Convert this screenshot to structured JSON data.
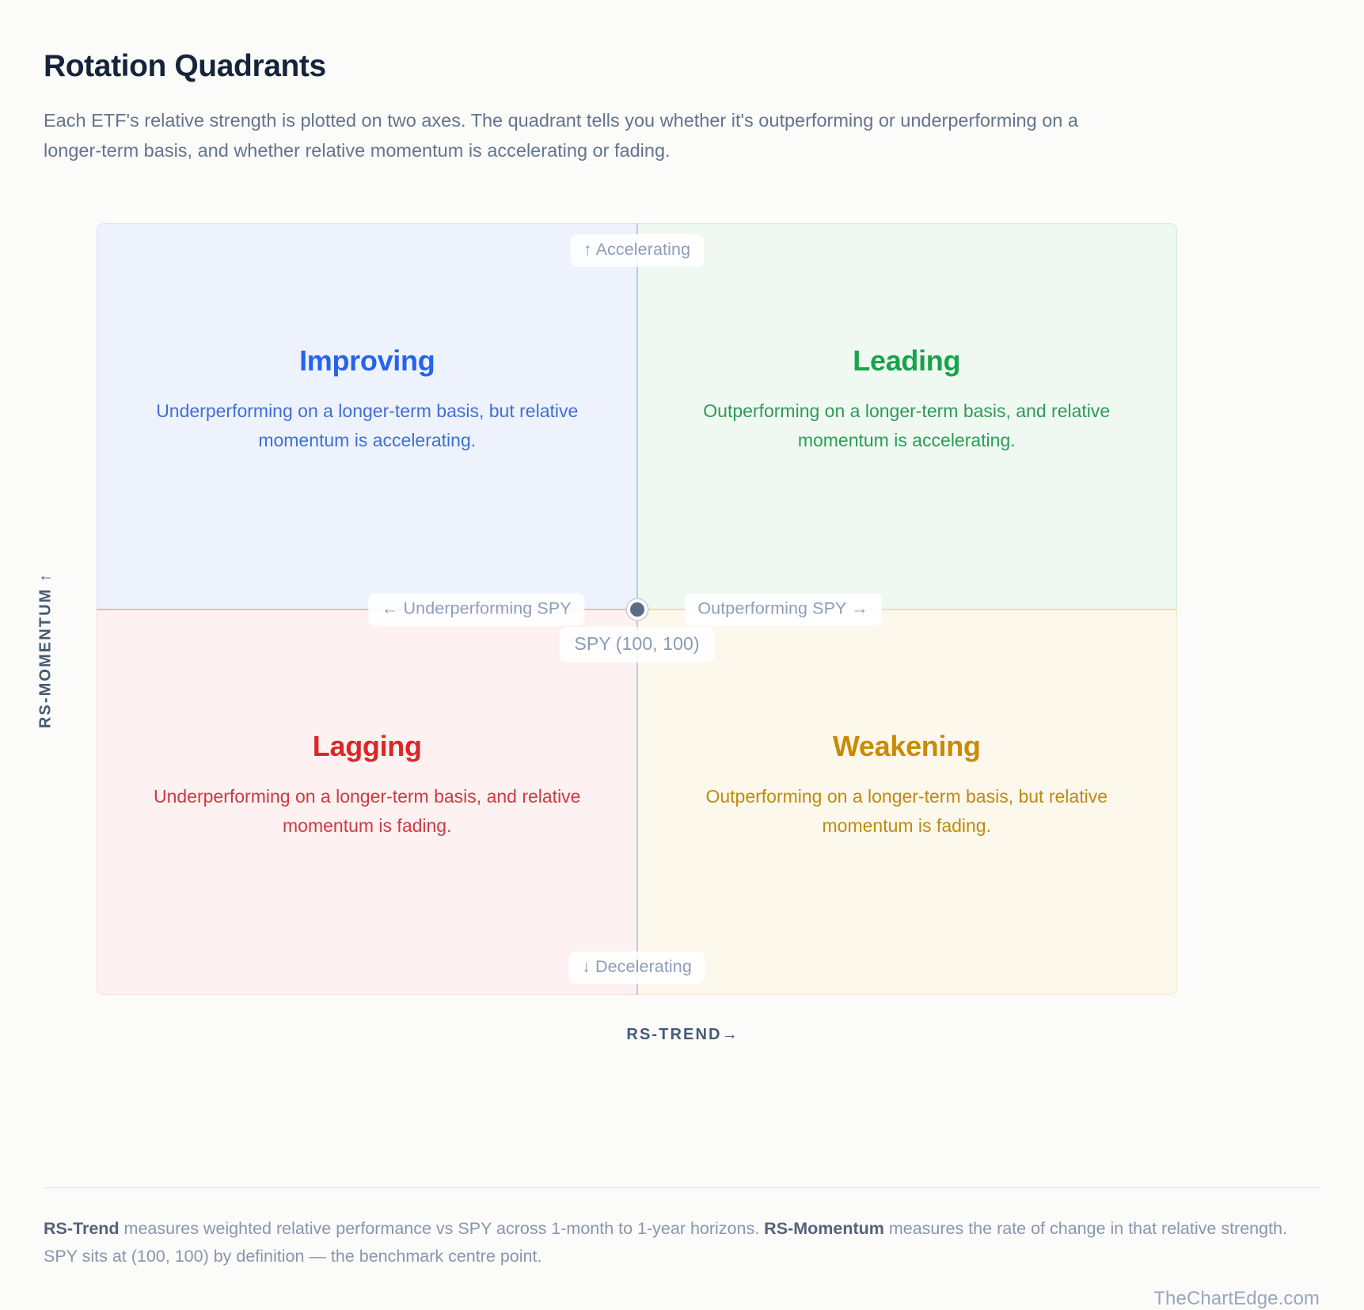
{
  "header": {
    "title": "Rotation Quadrants",
    "subtitle": "Each ETF's relative strength is plotted on two axes. The quadrant tells you whether it's outperforming or underperforming on a longer-term basis, and whether relative momentum is accelerating or fading."
  },
  "axes": {
    "y_title": "RS-MOMENTUM ↑",
    "x_title_text": "RS-TREND",
    "x_title_arrow": "→",
    "top_hint": "↑ Accelerating",
    "bottom_hint": "↓ Decelerating",
    "left_hint": "← Underperforming SPY",
    "right_hint": "Outperforming SPY →"
  },
  "centre": {
    "label": "SPY (100, 100)",
    "marker_name": "spy-centre-dot"
  },
  "quadrants": {
    "improving": {
      "title": "Improving",
      "desc": "Underperforming on a longer-term basis, but relative momentum is accelerating.",
      "color": "#2563eb",
      "fill": "#eef2fd"
    },
    "leading": {
      "title": "Leading",
      "desc": "Outperforming on a longer-term basis, and relative momentum is accelerating.",
      "color": "#17a34a",
      "fill": "#f0f8f2"
    },
    "lagging": {
      "title": "Lagging",
      "desc": "Underperforming on a longer-term basis, and relative momentum is fading.",
      "color": "#dc2626",
      "fill": "#fdf1f2"
    },
    "weakening": {
      "title": "Weakening",
      "desc": "Outperforming on a longer-term basis, but relative momentum is fading.",
      "color": "#ca8a04",
      "fill": "#fcf8ec"
    }
  },
  "footer": {
    "term1": "RS-Trend",
    "part1": " measures weighted relative performance vs SPY across 1-month to 1-year horizons. ",
    "term2": "RS-Momentum",
    "part2": " measures the rate of change in that relative strength. SPY sits at (100, 100) by definition — the benchmark centre point.",
    "brand": "TheChartEdge.com"
  },
  "chart_data": {
    "type": "scatter",
    "title": "Rotation Quadrants",
    "xlabel": "RS-TREND →",
    "ylabel": "RS-MOMENTUM ↑",
    "grid": false,
    "legend": "none",
    "xlim": [
      0,
      200
    ],
    "ylim": [
      0,
      200
    ],
    "origin": [
      100,
      100
    ],
    "points": [
      {
        "label": "SPY (100, 100)",
        "x": 100,
        "y": 100,
        "color": "#5d6b85",
        "role": "benchmark-centre"
      }
    ],
    "quadrant_regions": [
      {
        "name": "Improving",
        "x_range": [
          0,
          100
        ],
        "y_range": [
          100,
          200
        ],
        "fill": "#eef2fd",
        "label_color": "#2563eb"
      },
      {
        "name": "Leading",
        "x_range": [
          100,
          200
        ],
        "y_range": [
          100,
          200
        ],
        "fill": "#f0f8f2",
        "label_color": "#17a34a"
      },
      {
        "name": "Lagging",
        "x_range": [
          0,
          100
        ],
        "y_range": [
          0,
          100
        ],
        "fill": "#fdf1f2",
        "label_color": "#dc2626"
      },
      {
        "name": "Weakening",
        "x_range": [
          100,
          200
        ],
        "y_range": [
          0,
          100
        ],
        "fill": "#fcf8ec",
        "label_color": "#ca8a04"
      }
    ],
    "annotations": [
      "↑ Accelerating",
      "↓ Decelerating",
      "← Underperforming SPY",
      "Outperforming SPY →",
      "SPY (100, 100)"
    ]
  }
}
